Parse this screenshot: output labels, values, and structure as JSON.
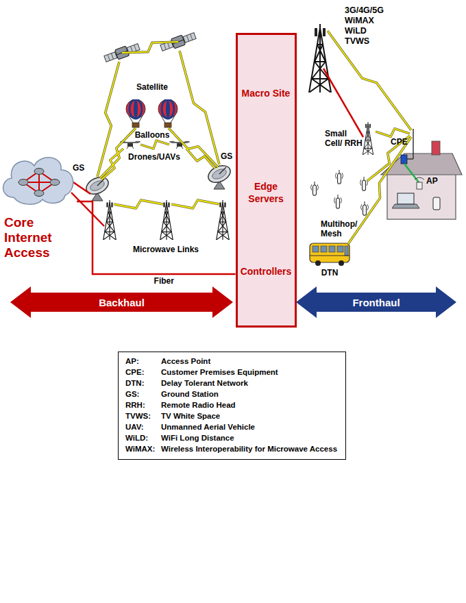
{
  "diagram": {
    "nodes": [
      {
        "text": [
          "Core Internet Access"
        ]
      },
      {
        "text": [
          "Macro Site",
          "Edge Servers",
          "Controllers"
        ]
      },
      {
        "text": [
          "Backhaul"
        ]
      },
      {
        "text": [
          "Fronthaul"
        ]
      },
      {
        "text": [
          "AP:",
          "Access Point",
          "CPE:",
          "Customer Premises Equipment",
          "DTN:",
          "Delay Tolerant Network",
          "GS:",
          "Ground Station",
          "RRH:",
          "Remote Radio Head",
          "TVWS:",
          "TV White Space",
          "UAV:",
          "Unmanned Aerial Vehicle",
          "WiLD:",
          "WiFi Long Distance",
          "WiMAX:",
          "Wireless Interoperability for Microwave Access"
        ]
      }
    ],
    "edges": [
      {
        "from": 0,
        "to": 1,
        "label": "Fiber",
        "arrow": "none"
      }
    ],
    "labels": [
      "Satellite",
      "Balloons",
      "GS",
      "Drones/UAVs",
      "GS",
      "Microwave Links",
      "3G/4G/5G WiMAX WiLD TVWS",
      "Small Cell/ RRH",
      "Multihop/ Mesh",
      "CPE",
      "AP",
      "DTN"
    ]
  }
}
